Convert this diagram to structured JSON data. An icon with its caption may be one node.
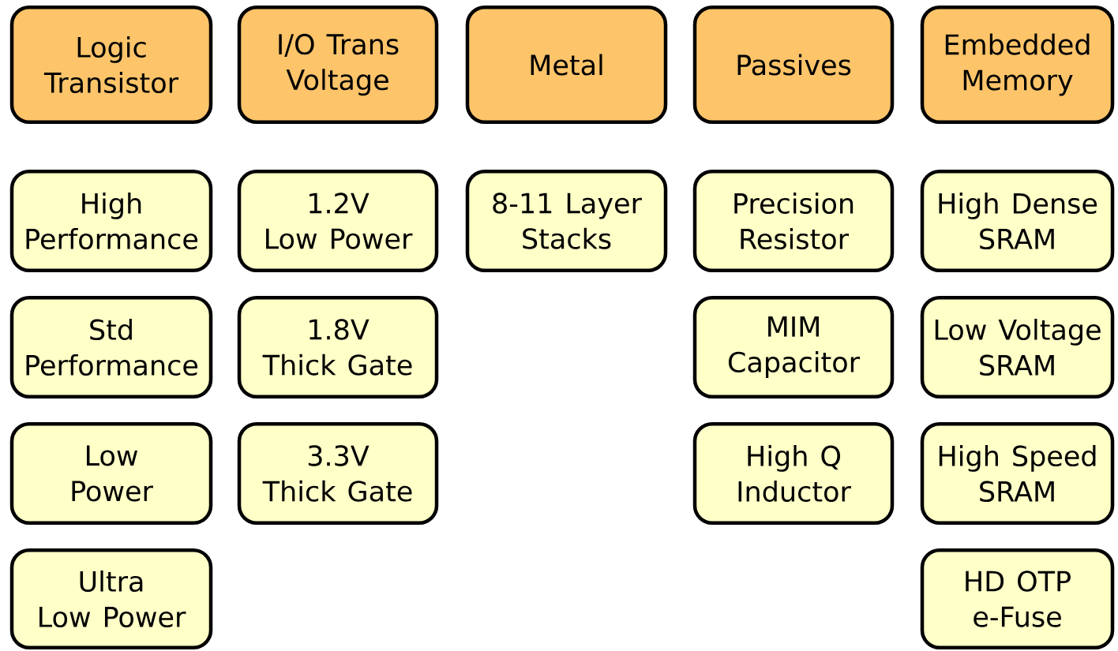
{
  "diagram": {
    "nodes": [
      {
        "text": [
          "Logic Transistor"
        ]
      },
      {
        "text": [
          "I/O Trans Voltage"
        ]
      },
      {
        "text": [
          "Metal"
        ]
      },
      {
        "text": [
          "Passives"
        ]
      },
      {
        "text": [
          "Embedded Memory"
        ]
      },
      {
        "text": [
          "High Performance"
        ]
      },
      {
        "text": [
          "1.2V Low Power"
        ]
      },
      {
        "text": [
          "8-11 Layer Stacks"
        ]
      },
      {
        "text": [
          "Precision Resistor"
        ]
      },
      {
        "text": [
          "High Dense SRAM"
        ]
      },
      {
        "text": [
          "Std Performance"
        ]
      },
      {
        "text": [
          "1.8V Thick Gate"
        ]
      },
      {
        "text": [
          "MIM Capacitor"
        ]
      },
      {
        "text": [
          "Low Voltage SRAM"
        ]
      },
      {
        "text": [
          "Low Power"
        ]
      },
      {
        "text": [
          "3.3V Thick Gate"
        ]
      },
      {
        "text": [
          "High Q Inductor"
        ]
      },
      {
        "text": [
          "High Speed SRAM"
        ]
      },
      {
        "text": [
          "Ultra Low Power"
        ]
      },
      {
        "text": [
          "HD OTP e-Fuse"
        ]
      }
    ]
  }
}
